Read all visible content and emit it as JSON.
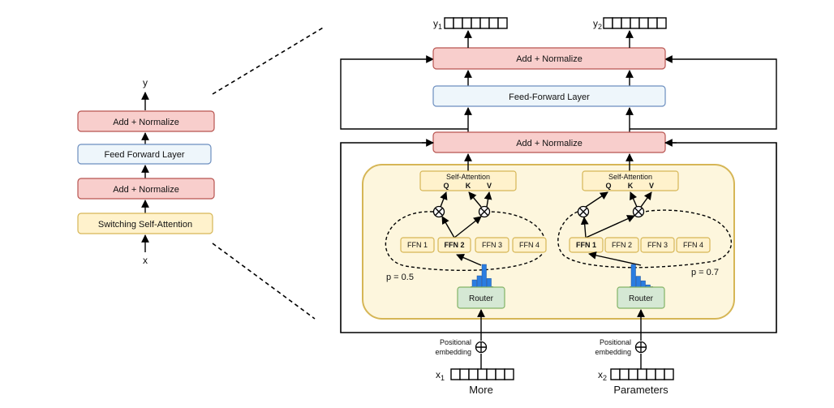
{
  "left": {
    "y_label": "y",
    "x_label": "x",
    "blocks": [
      "Add + Normalize",
      "Feed Forward Layer",
      "Add + Normalize",
      "Switching Self-Attention"
    ]
  },
  "right": {
    "outputs": [
      {
        "symbol": "y",
        "sub": "1"
      },
      {
        "symbol": "y",
        "sub": "2"
      }
    ],
    "inputs": [
      {
        "symbol": "x",
        "sub": "1",
        "word": "More"
      },
      {
        "symbol": "x",
        "sub": "2",
        "word": "Parameters"
      }
    ],
    "top_addnorm": "Add + Normalize",
    "ffl": "Feed-Forward Layer",
    "mid_addnorm": "Add + Normalize",
    "self_attention": "Self-Attention",
    "qkv": [
      "Q",
      "K",
      "V"
    ],
    "ffns": [
      "FFN 1",
      "FFN 2",
      "FFN 3",
      "FFN 4"
    ],
    "router": "Router",
    "probs": [
      "p = 0.5",
      "p = 0.7"
    ],
    "positional_embedding": [
      "Positional",
      "embedding"
    ],
    "router_bars": [
      [
        0.32,
        0.5,
        1.0,
        0.38
      ],
      [
        1.0,
        0.48,
        0.28,
        0.1
      ]
    ],
    "selected_ffn": [
      2,
      1
    ]
  },
  "colors": {
    "red_fill": "#f8cecc",
    "blue_fill": "#eef6fb",
    "yellow_fill": "#fff2cc",
    "green_fill": "#d5e8d4",
    "bar": "#2a7de1"
  }
}
